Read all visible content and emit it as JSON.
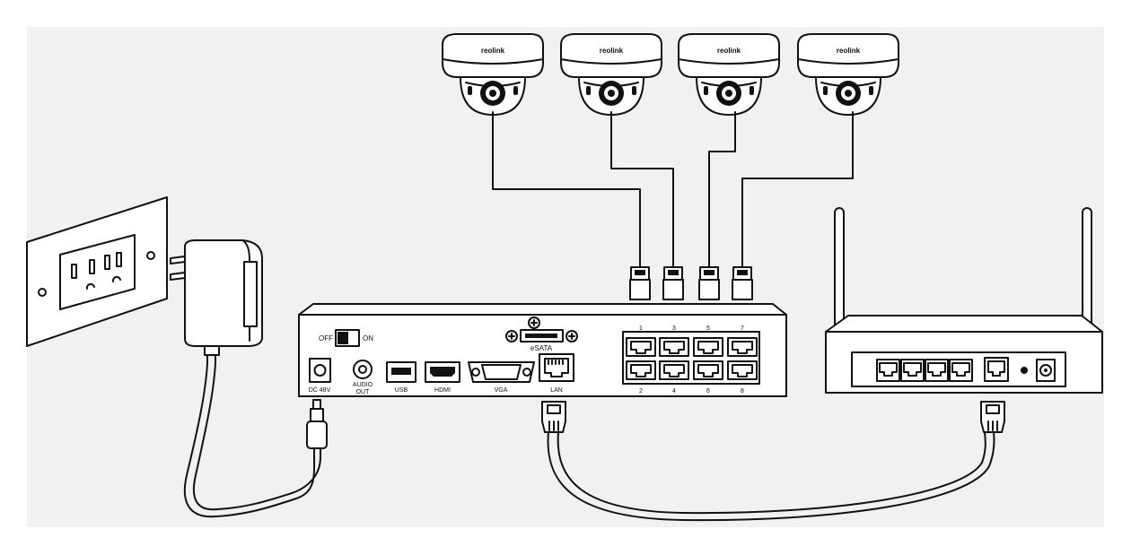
{
  "colors": {
    "background": "#f1f1f1",
    "line": "#111111",
    "fill": "#ffffff"
  },
  "cameras": [
    {
      "brand": "reolink"
    },
    {
      "brand": "reolink"
    },
    {
      "brand": "reolink"
    },
    {
      "brand": "reolink"
    }
  ],
  "nvr": {
    "switch_off": "OFF",
    "switch_on": "ON",
    "esata": "eSATA",
    "dc": "DC 48V",
    "audio_line1": "AUDIO",
    "audio_line2": "OUT",
    "usb": "USB",
    "hdmi": "HDMI",
    "vga": "VGA",
    "lan": "LAN",
    "poe_top": [
      "1",
      "3",
      "5",
      "7"
    ],
    "poe_bottom": [
      "2",
      "4",
      "6",
      "8"
    ]
  },
  "icons": {
    "outlet": "wall-outlet-icon",
    "adapter": "power-adapter-icon",
    "camera": "dome-camera-icon",
    "router": "router-icon",
    "ethernet": "ethernet-plug-icon"
  }
}
